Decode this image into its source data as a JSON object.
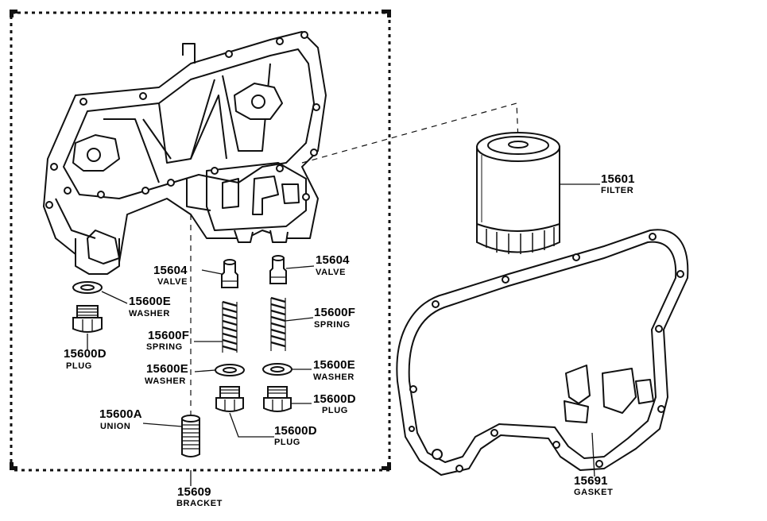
{
  "parts": {
    "filter": {
      "number": "15601",
      "name": "FILTER"
    },
    "gasket": {
      "number": "15691",
      "name": "GASKET"
    },
    "bracket": {
      "number": "15609",
      "name": "BRACKET"
    },
    "union": {
      "number": "15600A",
      "name": "UNION"
    },
    "valve_left": {
      "number": "15604",
      "name": "VALVE"
    },
    "valve_right": {
      "number": "15604",
      "name": "VALVE"
    },
    "spring_left": {
      "number": "15600F",
      "name": "SPRING"
    },
    "spring_right": {
      "number": "15600F",
      "name": "SPRING"
    },
    "washer_top": {
      "number": "15600E",
      "name": "WASHER"
    },
    "washer_left": {
      "number": "15600E",
      "name": "WASHER"
    },
    "washer_right": {
      "number": "15600E",
      "name": "WASHER"
    },
    "plug_top": {
      "number": "15600D",
      "name": "PLUG"
    },
    "plug_right": {
      "number": "15600D",
      "name": "PLUG"
    },
    "plug_bottom": {
      "number": "15600D",
      "name": "PLUG"
    }
  },
  "colors": {
    "ink": "#111111",
    "paper": "#ffffff"
  }
}
